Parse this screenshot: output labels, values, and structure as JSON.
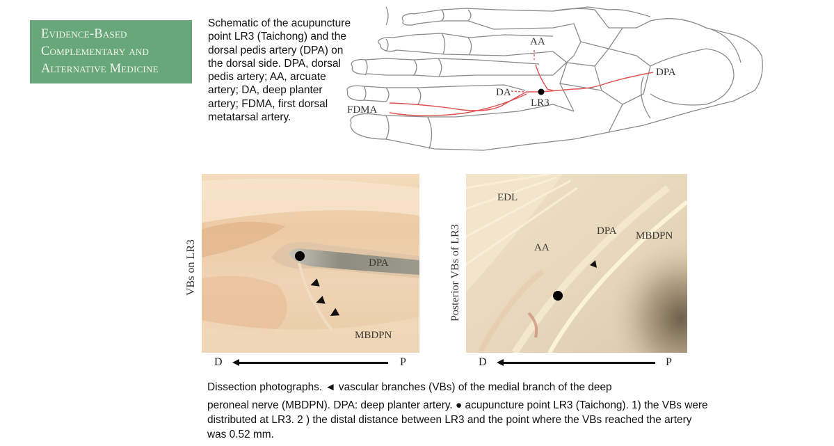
{
  "journal_logo": {
    "lines": [
      "Evidence-Based",
      "Complementary and",
      "Alternative Medicine"
    ],
    "color": "#67a77a"
  },
  "schematic": {
    "caption": "Schematic of the acupuncture point LR3 (Taichong) and the dorsal pedis artery (DPA) on the dorsal side. DPA, dorsal pedis artery; AA, arcuate artery; DA, deep planter artery; FDMA, first dorsal metatarsal artery.",
    "labels": {
      "aa": "AA",
      "dpa": "DPA",
      "da": "DA",
      "lr3": "LR3",
      "fdma": "FDMA"
    },
    "artery_color": "#e05050"
  },
  "photo1": {
    "side_label": "VBs on LR3",
    "labels": {
      "dpa": "DPA",
      "mbdpn": "MBDPN"
    },
    "axis": {
      "left": "D",
      "right": "P"
    }
  },
  "photo2": {
    "side_label": "Posterior VBs of LR3",
    "labels": {
      "edl": "EDL",
      "aa": "AA",
      "dpa": "DPA",
      "mbdpn": "MBDPN"
    },
    "axis": {
      "left": "D",
      "right": "P"
    }
  },
  "bottom_caption": {
    "line1": "Dissection photographs. ◄ vascular branches (VBs) of the medial branch of the deep",
    "rest": "peroneal nerve (MBDPN). DPA: deep planter artery. ● acupuncture point LR3 (Taichong). 1) the VBs were distributed at LR3. 2 ) the distal distance between LR3 and the point where the VBs reached the artery was 0.52 mm."
  }
}
